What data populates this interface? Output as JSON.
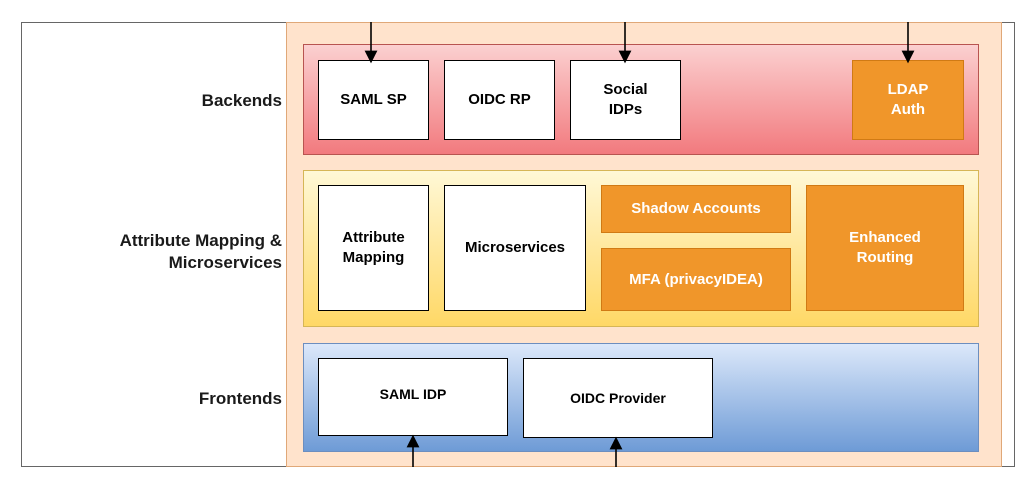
{
  "colors": {
    "backend_fill": "#f27a7e",
    "attr_fill": "#ffd866",
    "frontend_fill": "#6e9bd6",
    "outer_fill": "#ffe3cc",
    "orange_box": "#f0962a"
  },
  "labels": {
    "backends": "Backends",
    "attribute_mapping_line1": "Attribute Mapping &",
    "attribute_mapping_line2": "Microservices",
    "frontends": "Frontends"
  },
  "backends": {
    "saml_sp": "SAML SP",
    "oidc_rp": "OIDC RP",
    "social_idps_line1": "Social",
    "social_idps_line2": "IDPs",
    "ldap_auth_line1": "LDAP",
    "ldap_auth_line2": "Auth"
  },
  "attribute_layer": {
    "attribute_mapping_line1": "Attribute",
    "attribute_mapping_line2": "Mapping",
    "microservices": "Microservices",
    "shadow_accounts": "Shadow Accounts",
    "mfa": "MFA (privacyIDEA)",
    "enhanced_routing_line1": "Enhanced",
    "enhanced_routing_line2": "Routing"
  },
  "frontends": {
    "saml_idp": "SAML IDP",
    "oidc_provider": "OIDC Provider"
  }
}
